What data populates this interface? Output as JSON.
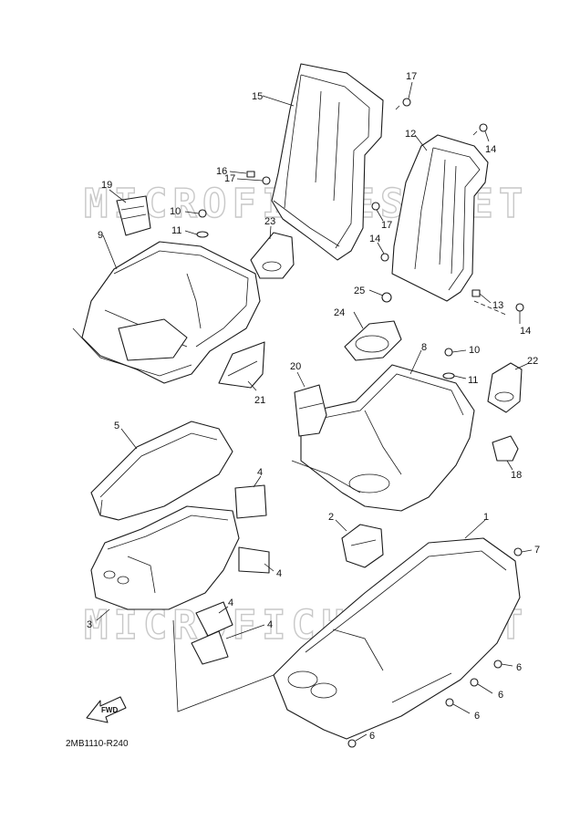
{
  "diagram_code": "2MB1110-R240",
  "watermark": "MICROFICHES.NET",
  "fwd_label": "FWD",
  "callouts": {
    "c1": "1",
    "c2": "2",
    "c3": "3",
    "c4a": "4",
    "c4b": "4",
    "c4c": "4",
    "c4d": "4",
    "c5": "5",
    "c6a": "6",
    "c6b": "6",
    "c6c": "6",
    "c6d": "6",
    "c7": "7",
    "c8": "8",
    "c9": "9",
    "c10a": "10",
    "c10b": "10",
    "c11a": "11",
    "c11b": "11",
    "c12": "12",
    "c13": "13",
    "c14a": "14",
    "c14b": "14",
    "c14c": "14",
    "c15": "15",
    "c16": "16",
    "c17a": "17",
    "c17b": "17",
    "c17c": "17",
    "c18": "18",
    "c19": "19",
    "c20": "20",
    "c21": "21",
    "c22": "22",
    "c23": "23",
    "c24": "24",
    "c25": "25"
  }
}
